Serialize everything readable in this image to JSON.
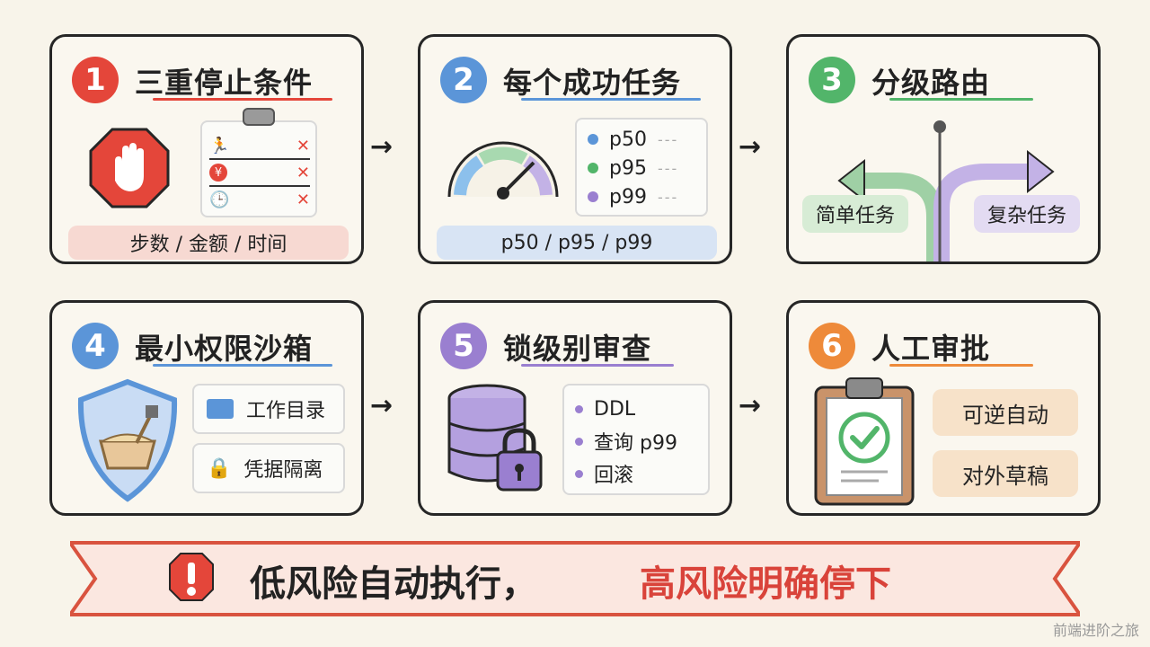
{
  "cards": [
    {
      "num": "1",
      "title": "三重停止条件",
      "pill": "步数 / 金额 / 时间"
    },
    {
      "num": "2",
      "title": "每个成功任务",
      "pill": "p50 / p95 / p99",
      "legend": [
        "p50",
        "p95",
        "p99"
      ]
    },
    {
      "num": "3",
      "title": "分级路由",
      "left": "简单任务",
      "right": "复杂任务"
    },
    {
      "num": "4",
      "title": "最小权限沙箱",
      "items": [
        "工作目录",
        "凭据隔离"
      ]
    },
    {
      "num": "5",
      "title": "锁级别审查",
      "items": [
        "DDL",
        "查询 p99",
        "回滚"
      ]
    },
    {
      "num": "6",
      "title": "人工审批",
      "items": [
        "可逆自动",
        "对外草稿"
      ]
    }
  ],
  "banner": {
    "part1": "低风险自动执行，",
    "part2": "高风险明确停下"
  },
  "watermark": "前端进阶之旅",
  "colors": {
    "red": "#e4463a",
    "blue": "#5b95d8",
    "green": "#52b56a",
    "purple": "#9a7fd0",
    "orange": "#ee8a3a"
  }
}
